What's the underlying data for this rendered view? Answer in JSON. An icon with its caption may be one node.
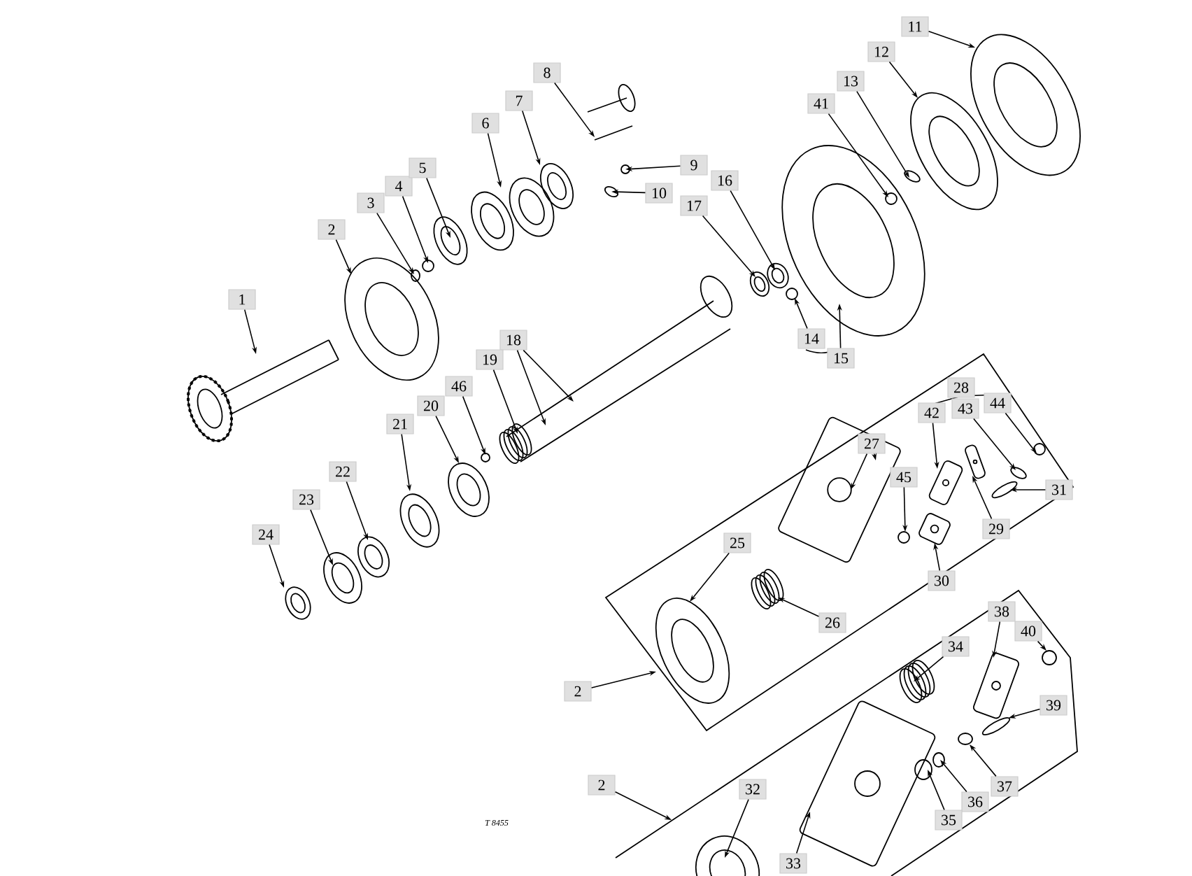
{
  "diagram": {
    "nodes": [
      {
        "text": [
          "1"
        ]
      },
      {
        "text": [
          "2"
        ]
      },
      {
        "text": [
          "3"
        ]
      },
      {
        "text": [
          "4"
        ]
      },
      {
        "text": [
          "5"
        ]
      },
      {
        "text": [
          "6"
        ]
      },
      {
        "text": [
          "7"
        ]
      },
      {
        "text": [
          "8"
        ]
      },
      {
        "text": [
          "9"
        ]
      },
      {
        "text": [
          "10"
        ]
      },
      {
        "text": [
          "11"
        ]
      },
      {
        "text": [
          "12"
        ]
      },
      {
        "text": [
          "13"
        ]
      },
      {
        "text": [
          "41"
        ]
      },
      {
        "text": [
          "16"
        ]
      },
      {
        "text": [
          "17"
        ]
      },
      {
        "text": [
          "14"
        ]
      },
      {
        "text": [
          "15"
        ]
      },
      {
        "text": [
          "18"
        ]
      },
      {
        "text": [
          "19"
        ]
      },
      {
        "text": [
          "46"
        ]
      },
      {
        "text": [
          "20"
        ]
      },
      {
        "text": [
          "21"
        ]
      },
      {
        "text": [
          "22"
        ]
      },
      {
        "text": [
          "23"
        ]
      },
      {
        "text": [
          "24"
        ]
      },
      {
        "text": [
          "28"
        ]
      },
      {
        "text": [
          "42"
        ]
      },
      {
        "text": [
          "43"
        ]
      },
      {
        "text": [
          "44"
        ]
      },
      {
        "text": [
          "27"
        ]
      },
      {
        "text": [
          "45"
        ]
      },
      {
        "text": [
          "31"
        ]
      },
      {
        "text": [
          "29"
        ]
      },
      {
        "text": [
          "30"
        ]
      },
      {
        "text": [
          "25"
        ]
      },
      {
        "text": [
          "26"
        ]
      },
      {
        "text": [
          "2"
        ]
      },
      {
        "text": [
          "38"
        ]
      },
      {
        "text": [
          "40"
        ]
      },
      {
        "text": [
          "34"
        ]
      },
      {
        "text": [
          "39"
        ]
      },
      {
        "text": [
          "37"
        ]
      },
      {
        "text": [
          "36"
        ]
      },
      {
        "text": [
          "35"
        ]
      },
      {
        "text": [
          "2"
        ]
      },
      {
        "text": [
          "32"
        ]
      },
      {
        "text": [
          "33"
        ]
      }
    ],
    "edges": [
      {
        "from": 0,
        "to": null,
        "arrow": "to"
      },
      {
        "from": 1,
        "to": null,
        "arrow": "to"
      },
      {
        "from": 2,
        "to": null,
        "arrow": "to"
      },
      {
        "from": 3,
        "to": null,
        "arrow": "to"
      },
      {
        "from": 4,
        "to": null,
        "arrow": "to"
      },
      {
        "from": 5,
        "to": null,
        "arrow": "to"
      },
      {
        "from": 6,
        "to": null,
        "arrow": "to"
      },
      {
        "from": 7,
        "to": null,
        "arrow": "to"
      },
      {
        "from": 8,
        "to": null,
        "arrow": "to"
      },
      {
        "from": 9,
        "to": null,
        "arrow": "to"
      },
      {
        "from": 10,
        "to": null,
        "arrow": "to"
      },
      {
        "from": 11,
        "to": null,
        "arrow": "to"
      },
      {
        "from": 12,
        "to": null,
        "arrow": "to"
      },
      {
        "from": 13,
        "to": null,
        "arrow": "to"
      },
      {
        "from": 14,
        "to": null,
        "arrow": "to"
      },
      {
        "from": 15,
        "to": null,
        "arrow": "to"
      },
      {
        "from": 16,
        "to": null,
        "arrow": "to"
      },
      {
        "from": 17,
        "to": null,
        "arrow": "to"
      },
      {
        "from": 18,
        "to": null,
        "arrow": "to"
      },
      {
        "from": 18,
        "to": null,
        "arrow": "to"
      },
      {
        "from": 19,
        "to": null,
        "arrow": "to"
      },
      {
        "from": 20,
        "to": null,
        "arrow": "to"
      },
      {
        "from": 21,
        "to": null,
        "arrow": "to"
      },
      {
        "from": 22,
        "to": null,
        "arrow": "to"
      },
      {
        "from": 23,
        "to": null,
        "arrow": "to"
      },
      {
        "from": 24,
        "to": null,
        "arrow": "to"
      },
      {
        "from": 25,
        "to": null,
        "arrow": "to"
      },
      {
        "from": 27,
        "to": null,
        "arrow": "to"
      },
      {
        "from": 28,
        "to": null,
        "arrow": "to"
      },
      {
        "from": 29,
        "to": null,
        "arrow": "to"
      },
      {
        "from": 30,
        "to": null,
        "arrow": "to"
      },
      {
        "from": 30,
        "to": null,
        "arrow": "to"
      },
      {
        "from": 31,
        "to": null,
        "arrow": "to"
      },
      {
        "from": 32,
        "to": null,
        "arrow": "to"
      },
      {
        "from": 33,
        "to": null,
        "arrow": "to"
      },
      {
        "from": 34,
        "to": null,
        "arrow": "to"
      },
      {
        "from": 35,
        "to": null,
        "arrow": "to"
      },
      {
        "from": 36,
        "to": null,
        "arrow": "to"
      },
      {
        "from": 37,
        "to": null,
        "arrow": "to"
      },
      {
        "from": 38,
        "to": null,
        "arrow": "to"
      },
      {
        "from": 39,
        "to": null,
        "arrow": "to"
      },
      {
        "from": 40,
        "to": null,
        "arrow": "to"
      },
      {
        "from": 41,
        "to": null,
        "arrow": "to"
      },
      {
        "from": 42,
        "to": null,
        "arrow": "to"
      },
      {
        "from": 43,
        "to": null,
        "arrow": "to"
      },
      {
        "from": 44,
        "to": null,
        "arrow": "to"
      },
      {
        "from": 45,
        "to": null,
        "arrow": "to"
      },
      {
        "from": 46,
        "to": null,
        "arrow": "to"
      },
      {
        "from": 47,
        "to": null,
        "arrow": "to"
      }
    ],
    "labels": [
      "T 8455"
    ]
  }
}
